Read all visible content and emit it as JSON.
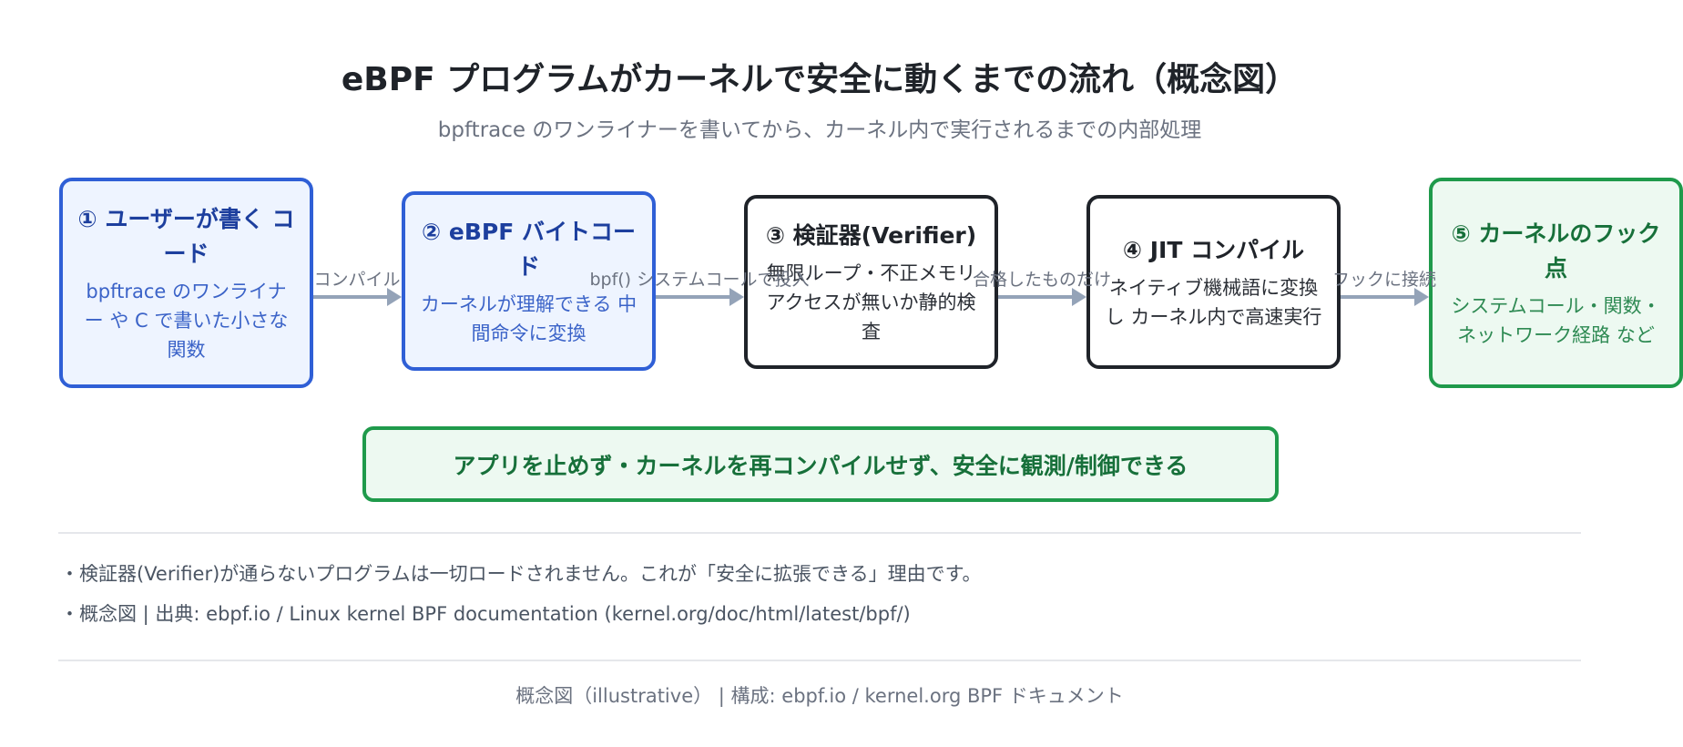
{
  "title": "eBPF プログラムがカーネルで安全に動くまでの流れ（概念図）",
  "subtitle": "bpftrace のワンライナーを書いてから、カーネル内で実行されるまでの内部処理",
  "steps": [
    {
      "title": "① ユーザーが書く コード",
      "desc": "bpftrace のワンライナー や C で書いた小さな 関数"
    },
    {
      "title": "② eBPF バイトコード",
      "desc": "カーネルが理解できる 中間命令に変換"
    },
    {
      "title": "③ 検証器(Verifier)",
      "desc": "無限ループ・不正メモリ アクセスが無いか静的検査"
    },
    {
      "title": "④ JIT コンパイル",
      "desc": "ネイティブ機械語に変換し カーネル内で高速実行"
    },
    {
      "title": "⑤ カーネルのフック点",
      "desc": "システムコール・関数・ ネットワーク経路 など"
    }
  ],
  "arrows": [
    {
      "label": "コンパイル"
    },
    {
      "label": "bpf() システムコールで投入"
    },
    {
      "label": "合格したものだけ"
    },
    {
      "label": "フックに接続"
    }
  ],
  "banner": "アプリを止めず・カーネルを再コンパイルせず、安全に観測/制御できる",
  "notes": [
    "・検証器(Verifier)が通らないプログラムは一切ロードされません。これが「安全に拡張できる」理由です。",
    "・概念図 | 出典: ebpf.io / Linux kernel BPF documentation (kernel.org/doc/html/latest/bpf/)"
  ],
  "footer": "概念図（illustrative） | 構成: ebpf.io / kernel.org BPF ドキュメント",
  "colors": {
    "blue_border": "#2f5fd6",
    "blue_fill": "#eef4ff",
    "dark_border": "#1f2329",
    "green_border": "#1f9a4b",
    "green_fill": "#edf9f1",
    "arrow": "#94a3b8"
  }
}
